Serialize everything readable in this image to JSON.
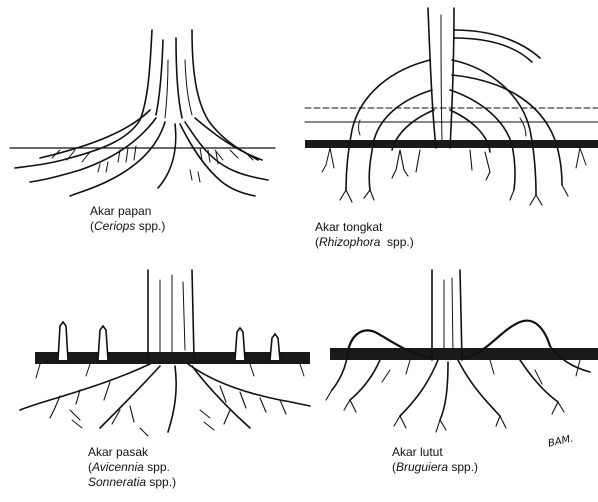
{
  "panels": {
    "papan": {
      "name": "Akar papan",
      "open": "(",
      "genus1": "Ceriops",
      "spp1": " spp.)"
    },
    "tongkat": {
      "name": "Akar tongkat",
      "open": "(",
      "genus1": "Rhizophora",
      "spp1": "  spp.)"
    },
    "pasak": {
      "name": "Akar pasak",
      "open": "(",
      "genus1": "Avicennia",
      "spp1": " spp.",
      "genus2": "Sonneratia",
      "spp2": " spp.)"
    },
    "lutut": {
      "name": "Akar lutut",
      "open": "(",
      "genus1": "Bruguiera",
      "spp1": " spp.)"
    }
  },
  "signature": "BAM.",
  "colors": {
    "ink": "#111111",
    "ground": "#1a1a1a",
    "paper": "#ffffff"
  }
}
